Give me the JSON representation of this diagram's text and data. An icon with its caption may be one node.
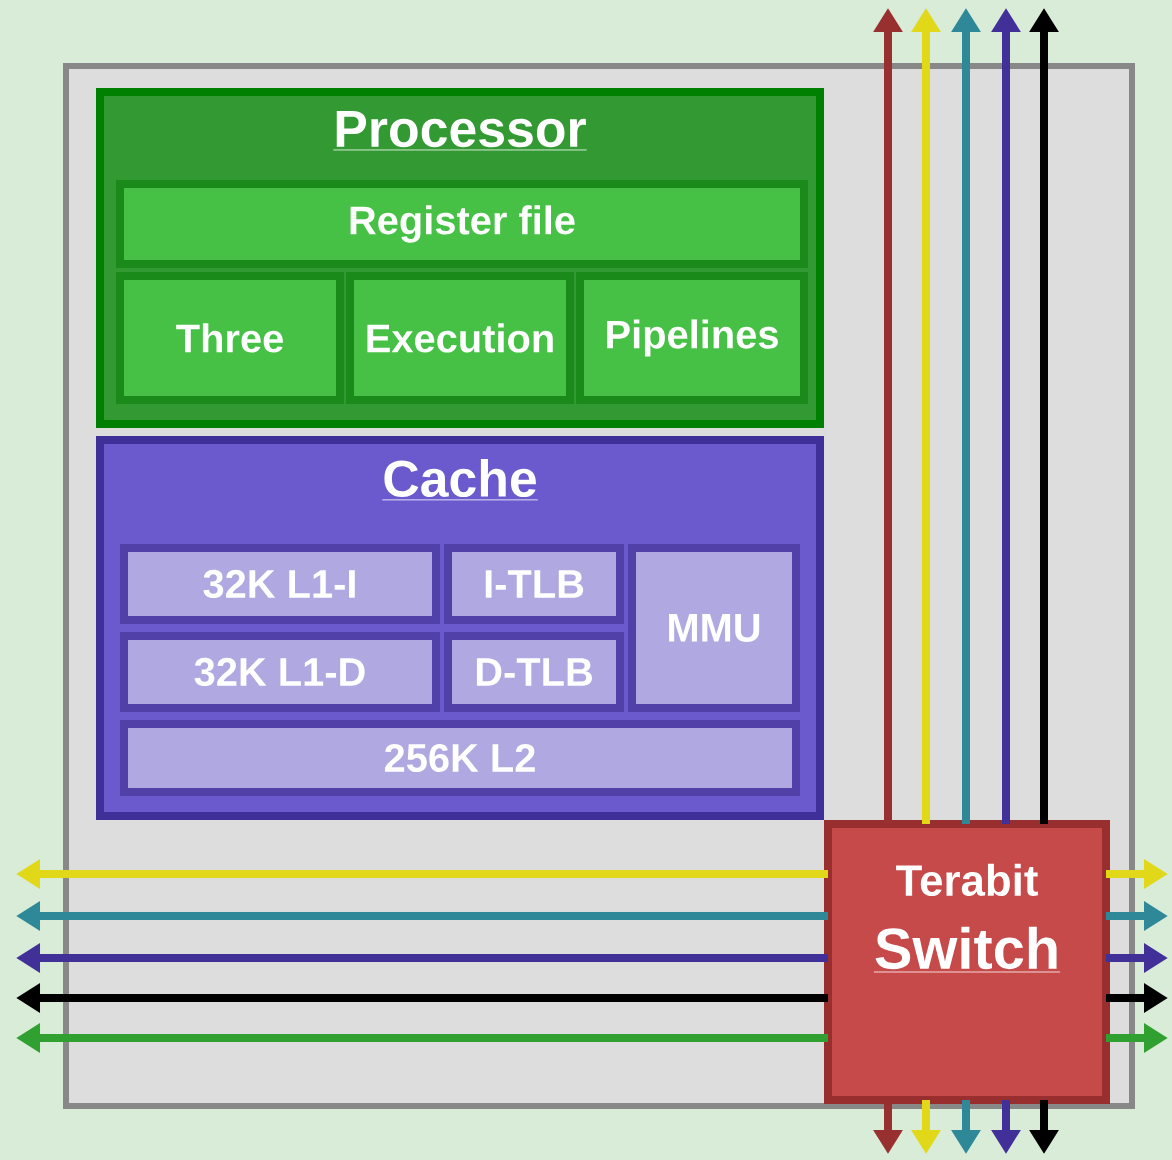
{
  "diagram": {
    "nodes": [
      {
        "text": [],
        "shape": "box"
      },
      {
        "text": [
          "Processor"
        ],
        "in": 0
      },
      {
        "text": [
          "Register file"
        ],
        "in": 1
      },
      {
        "text": [
          "Three"
        ],
        "in": 1
      },
      {
        "text": [
          "Execution"
        ],
        "in": 1
      },
      {
        "text": [
          "Pipelines"
        ],
        "in": 1
      },
      {
        "text": [
          "Cache"
        ],
        "in": 0
      },
      {
        "text": [
          "32K L1-I"
        ],
        "in": 6
      },
      {
        "text": [
          "I-TLB"
        ],
        "in": 6
      },
      {
        "text": [
          "MMU"
        ],
        "in": 6
      },
      {
        "text": [
          "32K L1-D"
        ],
        "in": 6
      },
      {
        "text": [
          "D-TLB"
        ],
        "in": 6
      },
      {
        "text": [
          "256K L2"
        ],
        "in": 6
      },
      {
        "text": [
          "Terabit",
          "Switch"
        ],
        "in": 0
      }
    ],
    "edges": [
      {
        "from": 13,
        "to": null,
        "arrow": "to",
        "color": "#983030"
      },
      {
        "from": 13,
        "to": null,
        "arrow": "to",
        "color": "#e0d818"
      },
      {
        "from": 13,
        "to": null,
        "arrow": "to",
        "color": "#2e8898"
      },
      {
        "from": 13,
        "to": null,
        "arrow": "to",
        "color": "#403098"
      },
      {
        "from": 13,
        "to": null,
        "arrow": "to",
        "color": "#000000"
      },
      {
        "from": 13,
        "to": null,
        "arrow": "to",
        "color": "#983030"
      },
      {
        "from": 13,
        "to": null,
        "arrow": "to",
        "color": "#e0d818"
      },
      {
        "from": 13,
        "to": null,
        "arrow": "to",
        "color": "#2e8898"
      },
      {
        "from": 13,
        "to": null,
        "arrow": "to",
        "color": "#403098"
      },
      {
        "from": 13,
        "to": null,
        "arrow": "to",
        "color": "#000000"
      },
      {
        "from": 13,
        "to": null,
        "arrow": "to",
        "color": "#e0d818"
      },
      {
        "from": 13,
        "to": null,
        "arrow": "to",
        "color": "#2e8898"
      },
      {
        "from": 13,
        "to": null,
        "arrow": "to",
        "color": "#403098"
      },
      {
        "from": 13,
        "to": null,
        "arrow": "to",
        "color": "#000000"
      },
      {
        "from": 13,
        "to": null,
        "arrow": "to",
        "color": "#30a030"
      },
      {
        "from": 13,
        "to": null,
        "arrow": "to",
        "color": "#e0d818"
      },
      {
        "from": 13,
        "to": null,
        "arrow": "to",
        "color": "#2e8898"
      },
      {
        "from": 13,
        "to": null,
        "arrow": "to",
        "color": "#403098"
      },
      {
        "from": 13,
        "to": null,
        "arrow": "to",
        "color": "#000000"
      },
      {
        "from": 13,
        "to": null,
        "arrow": "to",
        "color": "#30a030"
      }
    ]
  }
}
